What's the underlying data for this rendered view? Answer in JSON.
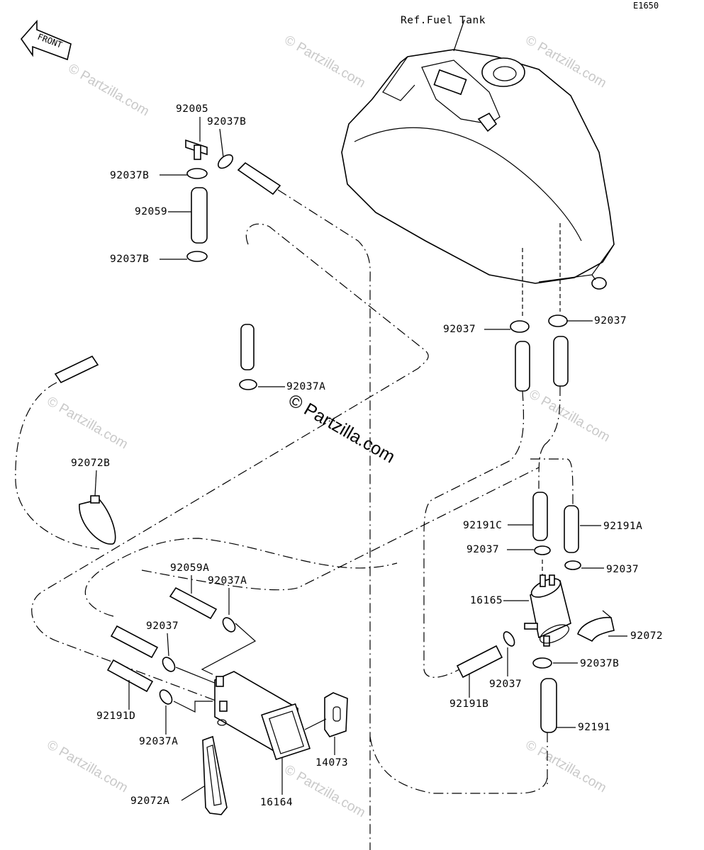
{
  "diagram_code": "E1650",
  "ref_label": "Ref.Fuel Tank",
  "front_label": "FRONT",
  "watermark": "© Partzilla.com",
  "watermark_short": "© Partzilla.com",
  "callouts": {
    "c92005": "92005",
    "c92037B_top": "92037B",
    "c92037B_left1": "92037B",
    "c92059": "92059",
    "c92037B_left2": "92037B",
    "c92037A_mid": "92037A",
    "c92037_tank_left": "92037",
    "c92037_tank_right": "92037",
    "c92072B": "92072B",
    "c92191C": "92191C",
    "c92191A": "92191A",
    "c92037_f1": "92037",
    "c92037_f2": "92037",
    "c16165": "16165",
    "c92072": "92072",
    "c92037B_filter": "92037B",
    "c92037_below": "92037",
    "c92191B": "92191B",
    "c92191": "92191",
    "c92059A": "92059A",
    "c92037A_can": "92037A",
    "c92037_can": "92037",
    "c92191D": "92191D",
    "c92037A_low": "92037A",
    "c92072A": "92072A",
    "c16164": "16164",
    "c14073": "14073"
  }
}
